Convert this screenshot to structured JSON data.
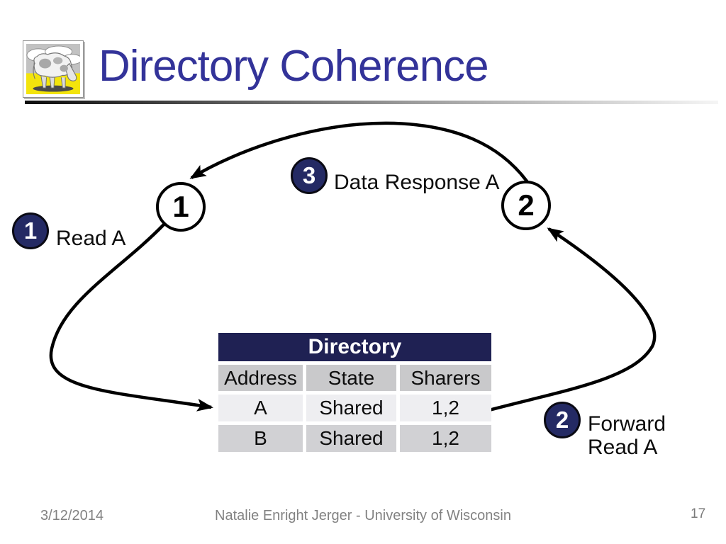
{
  "slide": {
    "title": "Directory Coherence",
    "page_number": "17",
    "footer": {
      "date": "3/12/2014",
      "credit": "Natalie Enright Jerger - University of Wisconsin"
    }
  },
  "icons": {
    "logo_icon": "cow-grazing-logo"
  },
  "colors": {
    "title_blue": "#333399",
    "badge_navy": "#242A64",
    "table_header_navy": "#1F2153",
    "column_header_gray": "#C9C9CB",
    "row_a_light": "#EEEEF1",
    "row_b_gray": "#D1D1D4",
    "arrow_black": "#000000",
    "footer_gray": "#828282",
    "logo_sky_gray": "#C2C2C2",
    "logo_grass_yellow": "#F3E40C"
  },
  "diagram": {
    "nodes": [
      {
        "label": "1"
      },
      {
        "label": "2"
      }
    ],
    "steps": [
      {
        "number": "1",
        "label": "Read A"
      },
      {
        "number": "2",
        "label_line1": "Forward",
        "label_line2": "Read A"
      },
      {
        "number": "3",
        "label": "Data Response A"
      }
    ]
  },
  "table": {
    "title": "Directory",
    "columns": [
      "Address",
      "State",
      "Sharers"
    ],
    "rows": [
      [
        "A",
        "Shared",
        "1,2"
      ],
      [
        "B",
        "Shared",
        "1,2"
      ]
    ]
  }
}
